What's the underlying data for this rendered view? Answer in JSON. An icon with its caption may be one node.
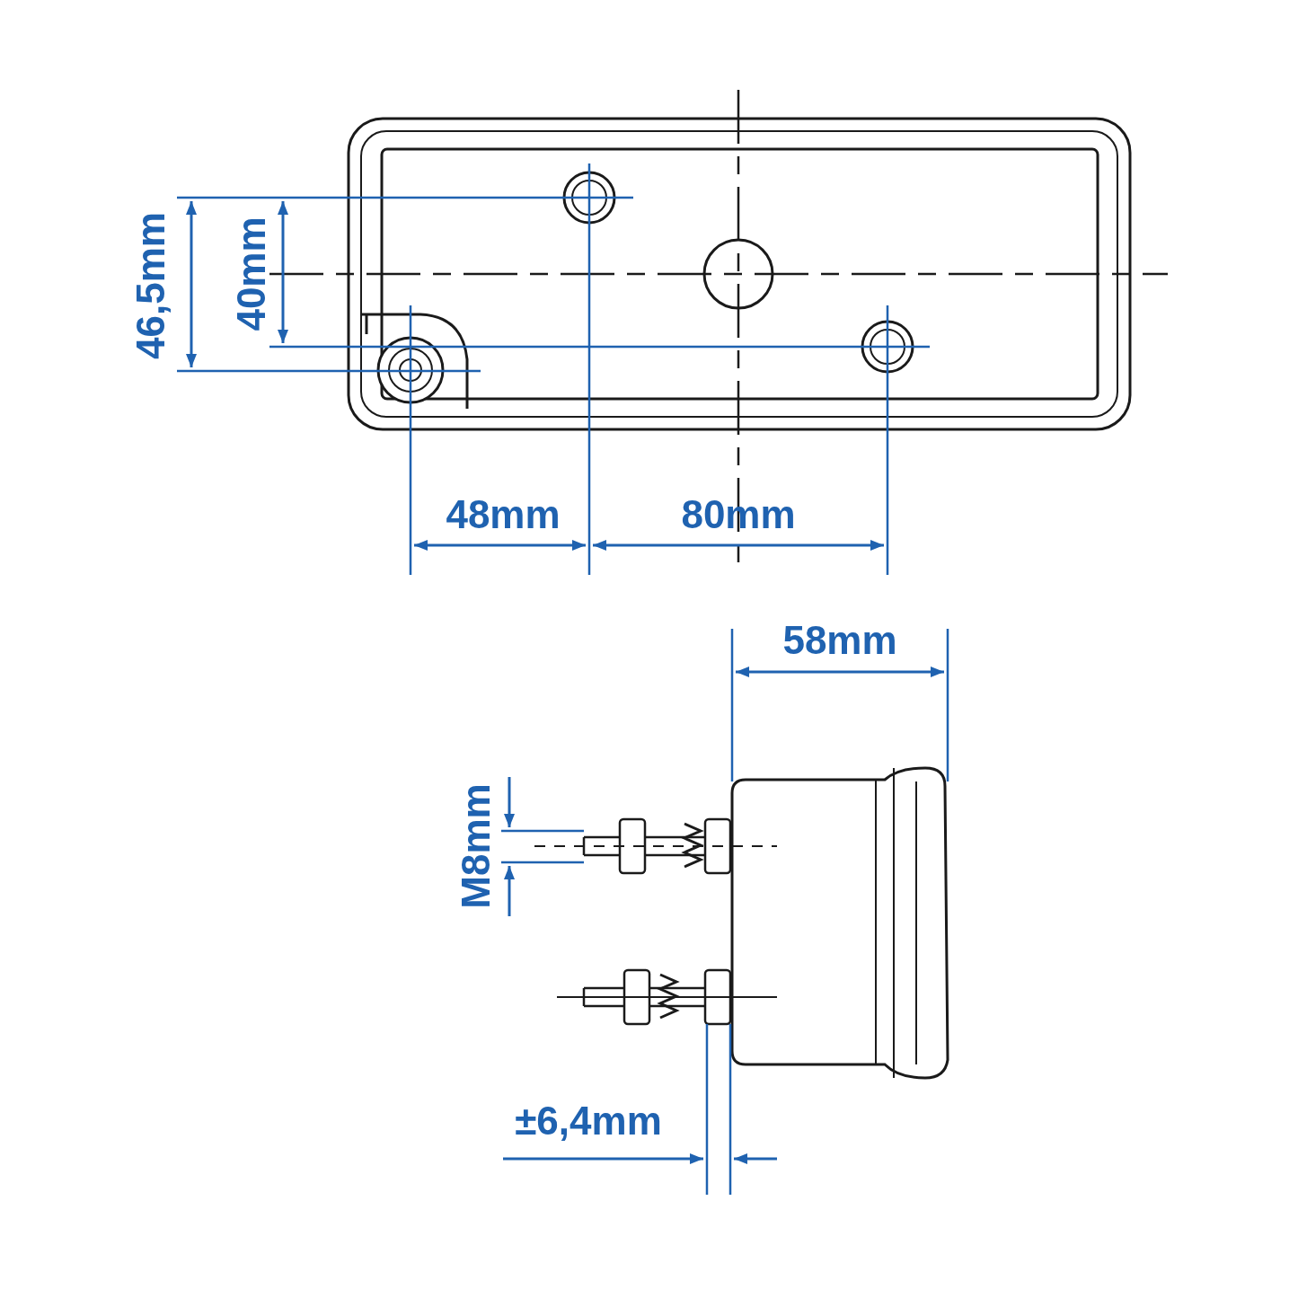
{
  "diagram": {
    "labels": [
      "46,5mm",
      "40mm",
      "48mm",
      "80mm",
      "58mm",
      "M8mm",
      "±6,4mm"
    ]
  }
}
